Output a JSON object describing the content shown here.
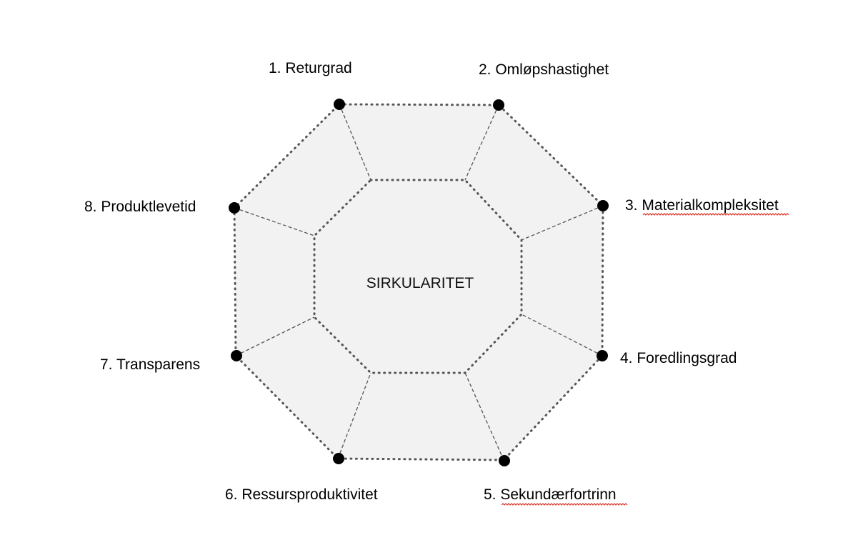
{
  "diagram": {
    "center_label": "SIRKULARITET",
    "dimensions": [
      {
        "label": "1. Returgrad"
      },
      {
        "label": "2. Omløpshastighet"
      },
      {
        "label": "3. Materialkompleksitet"
      },
      {
        "label": "4. Foredlingsgrad"
      },
      {
        "label": "5. Sekundærfortrinn"
      },
      {
        "label": "6. Ressursproduktivitet"
      },
      {
        "label": "7. Transparens"
      },
      {
        "label": "8. Produktlevetid"
      }
    ]
  },
  "colors": {
    "fill": "#f2f2f2",
    "border": "#555555",
    "node": "#000000",
    "spellcheck_underline": "#d93025"
  }
}
